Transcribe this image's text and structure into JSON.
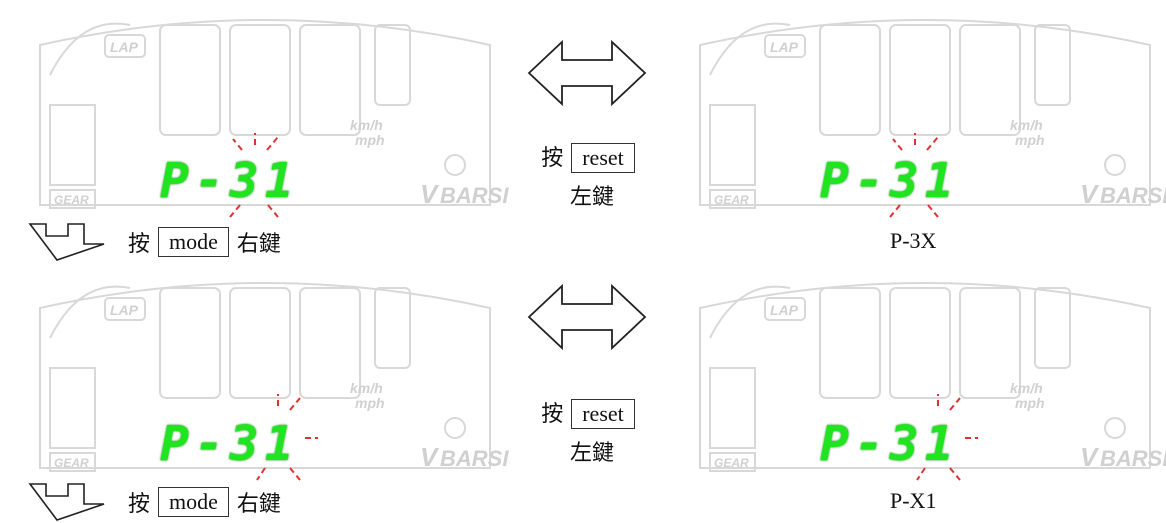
{
  "lcd_labels": {
    "lap": "LAP",
    "speed_unit_1": "km/h",
    "speed_unit_2": "mph",
    "gear": "GEAR",
    "volt": "V",
    "pressure": "BARSI"
  },
  "panels": [
    {
      "code": "P-31",
      "blink": "3"
    },
    {
      "code": "P-31",
      "blink": "3",
      "caption": "P-3X"
    },
    {
      "code": "P-31",
      "blink": "1"
    },
    {
      "code": "P-31",
      "blink": "1",
      "caption": "P-X1"
    }
  ],
  "steps": [
    {
      "prefix": "按",
      "button": "mode",
      "suffix": "右鍵"
    },
    {
      "prefix": "按",
      "button": "mode",
      "suffix": "右鍵"
    }
  ],
  "transitions": [
    {
      "prefix": "按",
      "button": "reset",
      "suffix": "左鍵"
    },
    {
      "prefix": "按",
      "button": "reset",
      "suffix": "左鍵"
    }
  ],
  "colors": {
    "lcd_digit": "#1fe41f",
    "blink_ray": "#e03030",
    "faint_segment": "#d8d8d8"
  }
}
